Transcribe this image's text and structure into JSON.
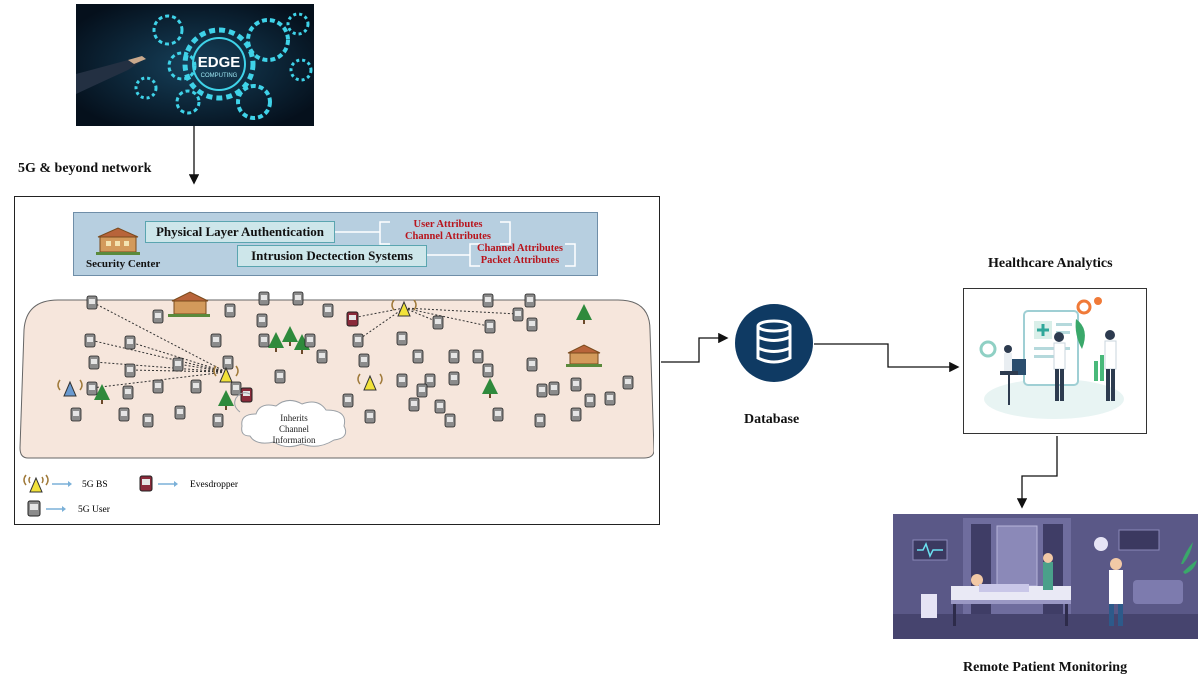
{
  "edge_image": {
    "title": "EDGE",
    "subtitle": "COMPUTING"
  },
  "network": {
    "label": "5G & beyond network",
    "security_center": "Security Center",
    "physical_layer_auth": "Physical Layer Authentication",
    "intrusion_detection": "Intrusion Dectection Systems",
    "pla_attributes": [
      "User Attributes",
      "Channel Attributes"
    ],
    "ids_attributes": [
      "Channel Attributes",
      "Packet Attributes"
    ],
    "cloud_text": [
      "Inherits",
      "Channel",
      "Information"
    ],
    "legend": {
      "bs": "5G BS",
      "eavesdropper": "Evesdropper",
      "user": "5G User"
    }
  },
  "database": {
    "label": "Database"
  },
  "analytics": {
    "title": "Healthcare Analytics"
  },
  "monitoring": {
    "title": "Remote Patient Monitoring"
  },
  "colors": {
    "attr_red": "#b8141c",
    "db_navy": "#0f3a63",
    "band_blue": "#b7cfe0",
    "box_teal": "#cde6ea"
  }
}
